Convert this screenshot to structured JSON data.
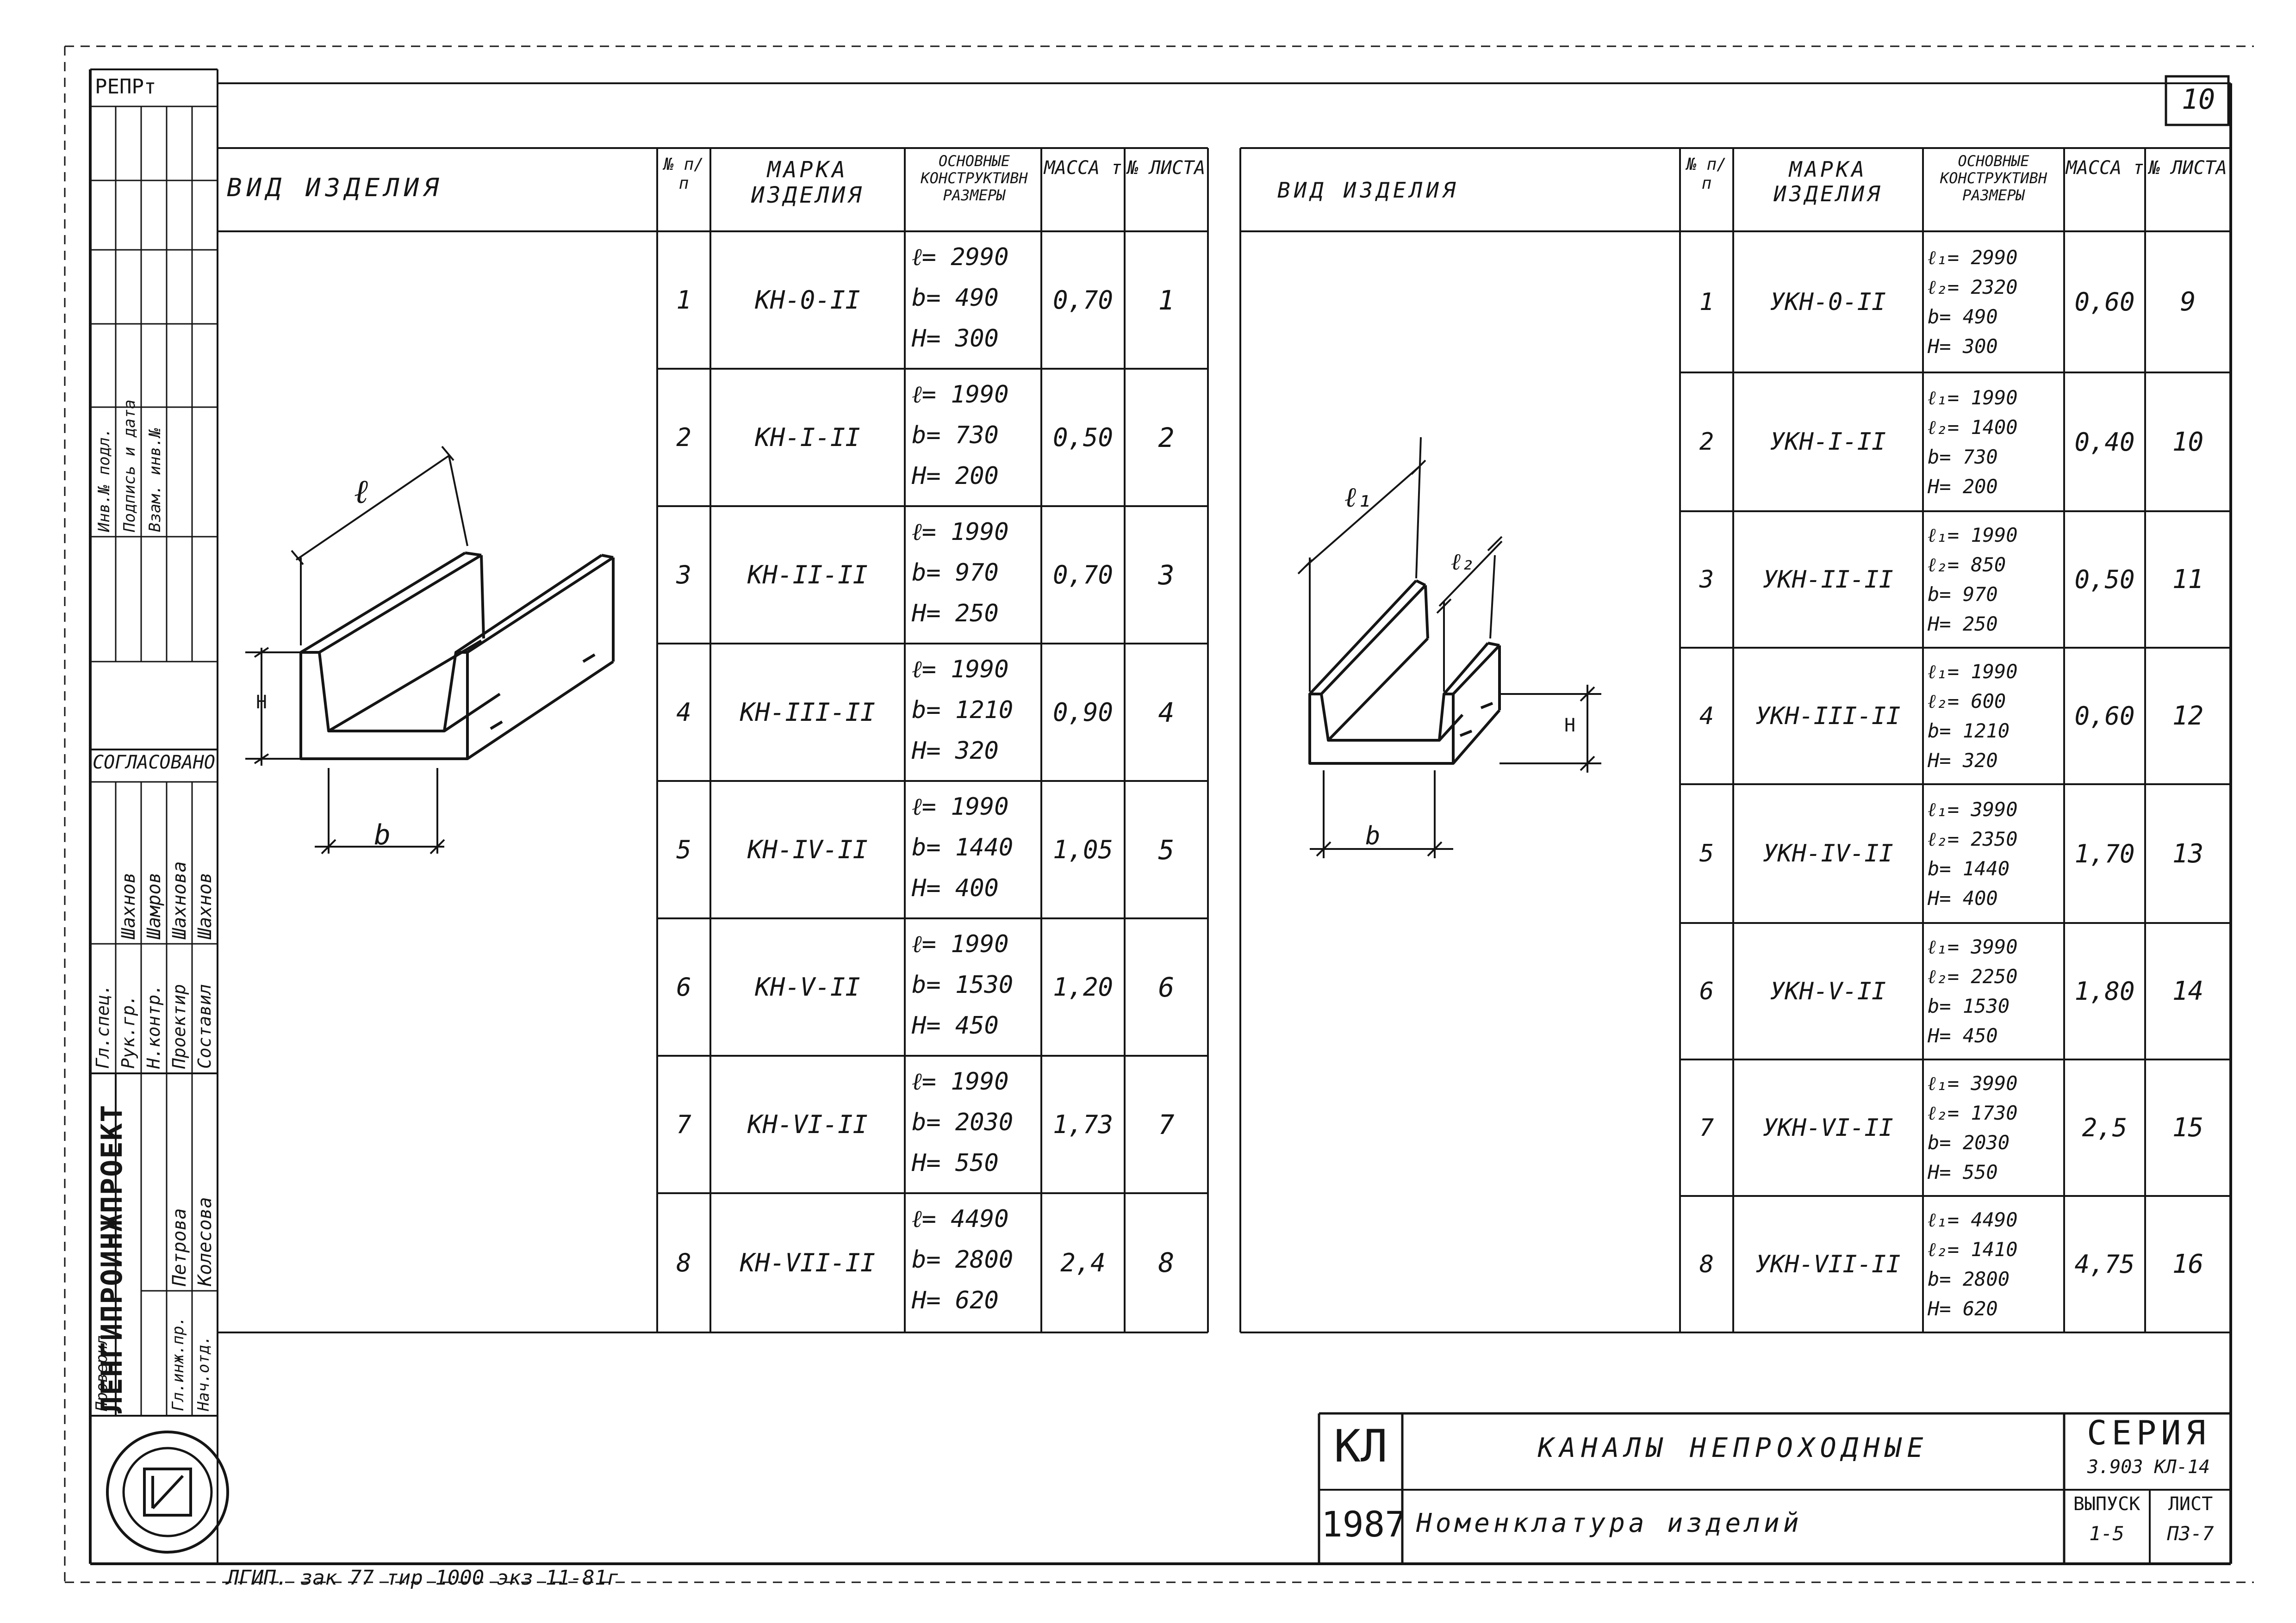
{
  "sheet": {
    "page_number": "10",
    "stamp_left_top": "РЕПРт",
    "footer_note": "ЛГИП. зак 77 тир 1000 экз 11-81г"
  },
  "left_stamp": {
    "institute": "ЛЕНГИПРОИНЖПРОЕКТ",
    "approved": "СОГЛАСОВАНО",
    "roles": [
      "Гл.спец.",
      "Рук.гр.",
      "Н.контр.",
      "Проектир",
      "Составил",
      "Проверил",
      "Нач.отд.",
      "Гл.инж.пр."
    ],
    "names": [
      "Шахнова",
      "Шахнов",
      "Шамров",
      "Шахнов",
      "Петрова",
      "Колесова"
    ],
    "side_labels": [
      "Инв.№ подл.",
      "Подпись и дата",
      "Взам. инв.№"
    ]
  },
  "left_table": {
    "header": {
      "view": "ВИД ИЗДЕЛИЯ",
      "num": "№ п/п",
      "mark": "МАРКА ИЗДЕЛИЯ",
      "dims": "ОСНОВНЫЕ КОНСТРУКТИВН РАЗМЕРЫ",
      "mass": "МАССА т",
      "sheet": "№ ЛИСТА"
    },
    "rows": [
      {
        "num": "1",
        "mark": "КН-0-II",
        "dims": [
          "ℓ= 2990",
          "b= 490",
          "H= 300"
        ],
        "mass": "0,70",
        "sheet": "1"
      },
      {
        "num": "2",
        "mark": "КН-I-II",
        "dims": [
          "ℓ= 1990",
          "b= 730",
          "H= 200"
        ],
        "mass": "0,50",
        "sheet": "2"
      },
      {
        "num": "3",
        "mark": "КН-II-II",
        "dims": [
          "ℓ= 1990",
          "b= 970",
          "H= 250"
        ],
        "mass": "0,70",
        "sheet": "3"
      },
      {
        "num": "4",
        "mark": "КН-III-II",
        "dims": [
          "ℓ= 1990",
          "b= 1210",
          "H= 320"
        ],
        "mass": "0,90",
        "sheet": "4"
      },
      {
        "num": "5",
        "mark": "КН-IV-II",
        "dims": [
          "ℓ= 1990",
          "b= 1440",
          "H= 400"
        ],
        "mass": "1,05",
        "sheet": "5"
      },
      {
        "num": "6",
        "mark": "КН-V-II",
        "dims": [
          "ℓ= 1990",
          "b= 1530",
          "H= 450"
        ],
        "mass": "1,20",
        "sheet": "6"
      },
      {
        "num": "7",
        "mark": "КН-VI-II",
        "dims": [
          "ℓ= 1990",
          "b= 2030",
          "H= 550"
        ],
        "mass": "1,73",
        "sheet": "7"
      },
      {
        "num": "8",
        "mark": "КН-VII-II",
        "dims": [
          "ℓ= 4490",
          "b= 2800",
          "H= 620"
        ],
        "mass": "2,4",
        "sheet": "8"
      }
    ],
    "drawing_labels": {
      "length": "ℓ",
      "width": "b",
      "height": "H"
    }
  },
  "right_table": {
    "header": {
      "view": "ВИД ИЗДЕЛИЯ",
      "num": "№ п/п",
      "mark": "МАРКА ИЗДЕЛИЯ",
      "dims": "ОСНОВНЫЕ КОНСТРУКТИВН РАЗМЕРЫ",
      "mass": "МАССА т",
      "sheet": "№ ЛИСТА"
    },
    "rows": [
      {
        "num": "1",
        "mark": "УКН-0-II",
        "dims": [
          "ℓ₁= 2990",
          "ℓ₂= 2320",
          "b= 490",
          "H= 300"
        ],
        "mass": "0,60",
        "sheet": "9"
      },
      {
        "num": "2",
        "mark": "УКН-I-II",
        "dims": [
          "ℓ₁= 1990",
          "ℓ₂= 1400",
          "b= 730",
          "H= 200"
        ],
        "mass": "0,40",
        "sheet": "10"
      },
      {
        "num": "3",
        "mark": "УКН-II-II",
        "dims": [
          "ℓ₁= 1990",
          "ℓ₂= 850",
          "b= 970",
          "H= 250"
        ],
        "mass": "0,50",
        "sheet": "11"
      },
      {
        "num": "4",
        "mark": "УКН-III-II",
        "dims": [
          "ℓ₁= 1990",
          "ℓ₂= 600",
          "b= 1210",
          "H= 320"
        ],
        "mass": "0,60",
        "sheet": "12"
      },
      {
        "num": "5",
        "mark": "УКН-IV-II",
        "dims": [
          "ℓ₁= 3990",
          "ℓ₂= 2350",
          "b= 1440",
          "H= 400"
        ],
        "mass": "1,70",
        "sheet": "13"
      },
      {
        "num": "6",
        "mark": "УКН-V-II",
        "dims": [
          "ℓ₁= 3990",
          "ℓ₂= 2250",
          "b= 1530",
          "H= 450"
        ],
        "mass": "1,80",
        "sheet": "14"
      },
      {
        "num": "7",
        "mark": "УКН-VI-II",
        "dims": [
          "ℓ₁= 3990",
          "ℓ₂= 1730",
          "b= 2030",
          "H= 550"
        ],
        "mass": "2,5",
        "sheet": "15"
      },
      {
        "num": "8",
        "mark": "УКН-VII-II",
        "dims": [
          "ℓ₁= 4490",
          "ℓ₂= 1410",
          "b= 2800",
          "H= 620"
        ],
        "mass": "4,75",
        "sheet": "16"
      }
    ],
    "drawing_labels": {
      "length1": "ℓ₁",
      "length2": "ℓ₂",
      "width": "b",
      "height": "H"
    }
  },
  "title_block": {
    "code": "КЛ",
    "year": "1987",
    "title": "КАНАЛЫ НЕПРОХОДНЫЕ",
    "subtitle": "Номенклатура изделий",
    "series_label": "СЕРИЯ",
    "series_value": "3.903 КЛ-14",
    "issue_label": "ВЫПУСК",
    "issue_value": "1-5",
    "sheet_label": "ЛИСТ",
    "sheet_value": "ПЗ-7"
  }
}
